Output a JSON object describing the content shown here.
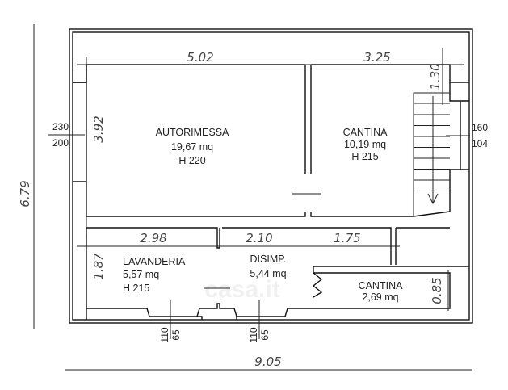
{
  "rooms": {
    "autorimessa": {
      "name": "AUTORIMESSA",
      "area": "19,67 mq",
      "height": "H 220"
    },
    "cantina_large": {
      "name": "CANTINA",
      "area": "10,19 mq",
      "height": "H 215"
    },
    "lavanderia": {
      "name": "LAVANDERIA",
      "area": "5,57 mq",
      "height": "H 215"
    },
    "disimpegno": {
      "name": "DISIMP.",
      "area": "5,44 mq"
    },
    "cantina_small": {
      "name": "CANTINA",
      "area": "2,69 mq"
    }
  },
  "dimensions": {
    "top_left": "5.02",
    "top_right": "3.25",
    "right_vertical": "1.30",
    "left_vertical": "3.92",
    "overall_height": "6.79",
    "overall_width": "9.05",
    "mid_left": "2.98",
    "mid_center": "2.10",
    "mid_right": "1.75",
    "lower_left_vertical": "1.87",
    "lower_right_vertical": "0.85"
  },
  "openings": {
    "left_window": {
      "top": "230",
      "bottom": "200"
    },
    "right_window": {
      "top": "160",
      "bottom": "104"
    },
    "bottom_window_1": {
      "top": "110",
      "bottom": "65"
    },
    "bottom_window_2": {
      "top": "110",
      "bottom": "65"
    }
  },
  "watermark": "casa.it"
}
